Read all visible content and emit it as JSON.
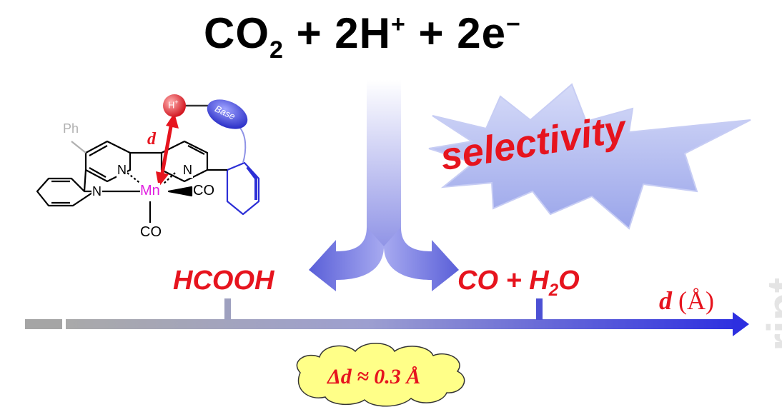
{
  "equation": {
    "base": "CO",
    "sub": "2",
    "mid": " + 2H",
    "sup1": "+",
    "mid2": " + 2e",
    "sup2": "−"
  },
  "products": {
    "left": "HCOOH",
    "right_base": "CO + H",
    "right_sub": "2",
    "right_end": "O"
  },
  "axis": {
    "symbol": "d",
    "unit": " (Å)"
  },
  "delta": "Δd ≈ 0.3 Å",
  "selectivity": "selectivity",
  "molecule": {
    "ph": "Ph",
    "n1": "N",
    "n2": "N",
    "n3": "N",
    "metal": "Mn",
    "co1": "CO",
    "co2": "CO",
    "d": "d",
    "h": "H",
    "hplus": "+",
    "base": "Base"
  },
  "watermark": "...ript",
  "colors": {
    "red": "#e6141e",
    "blue": "#2c2fd6",
    "magenta": "#e020e0",
    "cloud": "#ffff88",
    "burst": "#aab4ee"
  }
}
